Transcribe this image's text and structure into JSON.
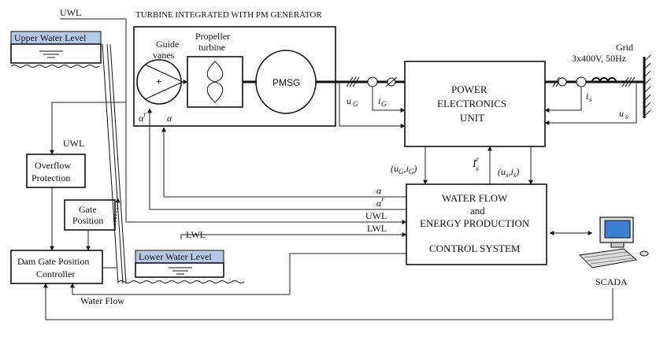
{
  "title": "TURBINE INTEGRATED WITH PM GENERATOR",
  "labels": {
    "uwl_top": "UWL",
    "upper_water_level": "Upper Water Level",
    "lower_water_level": "Lower Water Level",
    "guide_vanes_1": "Guide",
    "guide_vanes_2": "vanes",
    "propeller_1": "Propeller",
    "propeller_2": "turbine",
    "pmsg": "PMSG",
    "grid_1": "Grid",
    "grid_2": "3x400V, 50Hz",
    "pe_1": "POWER",
    "pe_2": "ELECTRONICS",
    "pe_3": "UNIT",
    "wf_1": "WATER FLOW",
    "wf_2": "and",
    "wf_3": "ENERGY PRODUCTION",
    "wf_4": "CONTROL SYSTEM",
    "overflow_1": "Overflow",
    "overflow_2": "Protection",
    "gate_pos_1": "Gate",
    "gate_pos_2": "Position",
    "dam_1": "Dam Gate Position",
    "dam_2": "Controller",
    "uwl_left": "UWL",
    "water_flow": "Water Flow",
    "scada": "SCADA",
    "alpha": "α",
    "alpha_r": "α",
    "alpha_sup": "r",
    "uwl_line": "UWL",
    "lwl_line": "LWL",
    "lwl_top": "LWL",
    "uG": "u",
    "uG_sub": "G",
    "iG": "i",
    "iG_sub": "G",
    "is": "i",
    "is_sub": "s",
    "us": "u",
    "us_sub": "s",
    "uGiG": "(u",
    "uGiG_mid": "G",
    "uGiG_end": ",i",
    "uGiG_end2": "G",
    "uGiG_close": ")",
    "Isr_base": "I",
    "Isr_sup": "r",
    "Isr_sub": "s",
    "usis": "(u",
    "usis_mid": "s",
    "usis_end": ",i",
    "usis_end2": "s",
    "usis_close": ")"
  },
  "colors": {
    "water_box": "#b6c8e6",
    "line": "#111111"
  }
}
